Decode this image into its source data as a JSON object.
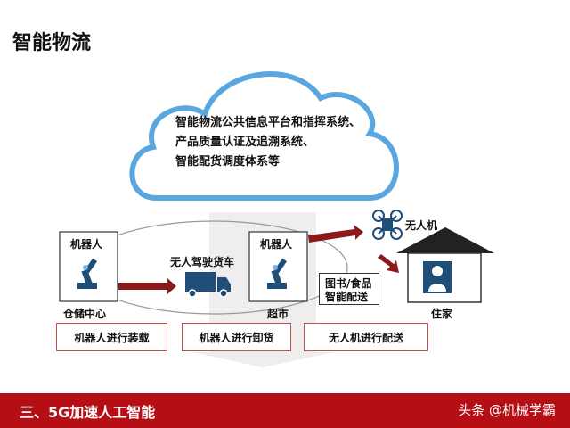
{
  "title": "智能物流",
  "cloud": {
    "lines": [
      "智能物流公共信息平台和指挥系统、",
      "产品质量认证及追溯系统、",
      "智能配货调度体系等"
    ]
  },
  "robot1": {
    "label": "机器人",
    "caption": "仓储中心"
  },
  "truck": {
    "label": "无人驾驶货车"
  },
  "robot2": {
    "label": "机器人",
    "caption": "超市"
  },
  "drone": {
    "label": "无人机"
  },
  "delivery_box": {
    "line1": "图书/食品",
    "line2": "智能配送"
  },
  "house": {
    "caption": "住家"
  },
  "steps": [
    "机器人进行装载",
    "机器人进行卸货",
    "无人机进行配送"
  ],
  "footer": {
    "section": "三、5G加速人工智能",
    "watermark": "头条 @机械学霸"
  },
  "colors": {
    "arrow": "#8b1a1a",
    "banner": "#b50f15",
    "cloud_stroke": "#5aa7e0",
    "icon": "#1f4e79"
  }
}
